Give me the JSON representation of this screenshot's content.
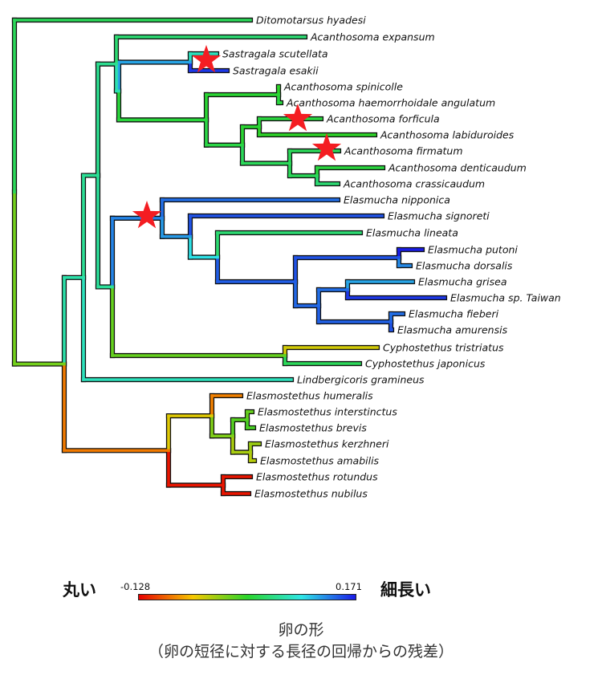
{
  "taxa": [
    {
      "name": "Ditomotarsus hyadesi",
      "value": 0.04
    },
    {
      "name": "Acanthosoma expansum",
      "value": 0.05
    },
    {
      "name": "Sastragala scutellata",
      "value": 0.08
    },
    {
      "name": "Sastragala esakii",
      "value": 0.16
    },
    {
      "name": "Acanthosoma spinicolle",
      "value": 0.02
    },
    {
      "name": "Acanthosoma haemorrhoidale angulatum",
      "value": 0.03
    },
    {
      "name": "Acanthosoma forficula",
      "value": 0.03
    },
    {
      "name": "Acanthosoma labiduroides",
      "value": 0.02
    },
    {
      "name": "Acanthosoma firmatum",
      "value": 0.04
    },
    {
      "name": "Acanthosoma denticaudum",
      "value": 0.03
    },
    {
      "name": "Acanthosoma crassicaudum",
      "value": 0.05
    },
    {
      "name": "Elasmucha nipponica",
      "value": 0.14
    },
    {
      "name": "Elasmucha signoreti",
      "value": 0.15
    },
    {
      "name": "Elasmucha lineata",
      "value": 0.05
    },
    {
      "name": "Elasmucha putoni",
      "value": 0.17
    },
    {
      "name": "Elasmucha dorsalis",
      "value": 0.13
    },
    {
      "name": "Elasmucha grisea",
      "value": 0.12
    },
    {
      "name": "Elasmucha sp. Taiwan",
      "value": 0.16
    },
    {
      "name": "Elasmucha fieberi",
      "value": 0.14
    },
    {
      "name": "Elasmucha amurensis",
      "value": 0.15
    },
    {
      "name": "Cyphostethus tristriatus",
      "value": -0.04
    },
    {
      "name": "Cyphostethus japonicus",
      "value": 0.04
    },
    {
      "name": "Lindbergicoris gramineus",
      "value": 0.08
    },
    {
      "name": "Elasmostethus humeralis",
      "value": -0.08
    },
    {
      "name": "Elasmostethus interstinctus",
      "value": 0.0
    },
    {
      "name": "Elasmostethus brevis",
      "value": 0.01
    },
    {
      "name": "Elasmostethus kerzhneri",
      "value": -0.02
    },
    {
      "name": "Elasmostethus amabilis",
      "value": -0.03
    },
    {
      "name": "Elasmostethus rotundus",
      "value": -0.12
    },
    {
      "name": "Elasmostethus nubilus",
      "value": -0.12
    }
  ],
  "markers": [
    {
      "icon": "star-icon",
      "clade": "Sastragala"
    },
    {
      "icon": "star-icon",
      "clade": "Acanthosoma forficula"
    },
    {
      "icon": "star-icon",
      "clade": "Acanthosoma firmatum"
    },
    {
      "icon": "star-icon",
      "clade": "Elasmucha"
    }
  ],
  "legend": {
    "left_label": "丸い",
    "right_label": "細長い",
    "min": "-0.128",
    "max": "0.171",
    "colors": [
      "#e80000",
      "#f6c800",
      "#2ad42a",
      "#2ee6e6",
      "#1a1ae8"
    ]
  },
  "caption": {
    "line1": "卵の形",
    "line2": "（卵の短径に対する長径の回帰からの残差）"
  }
}
